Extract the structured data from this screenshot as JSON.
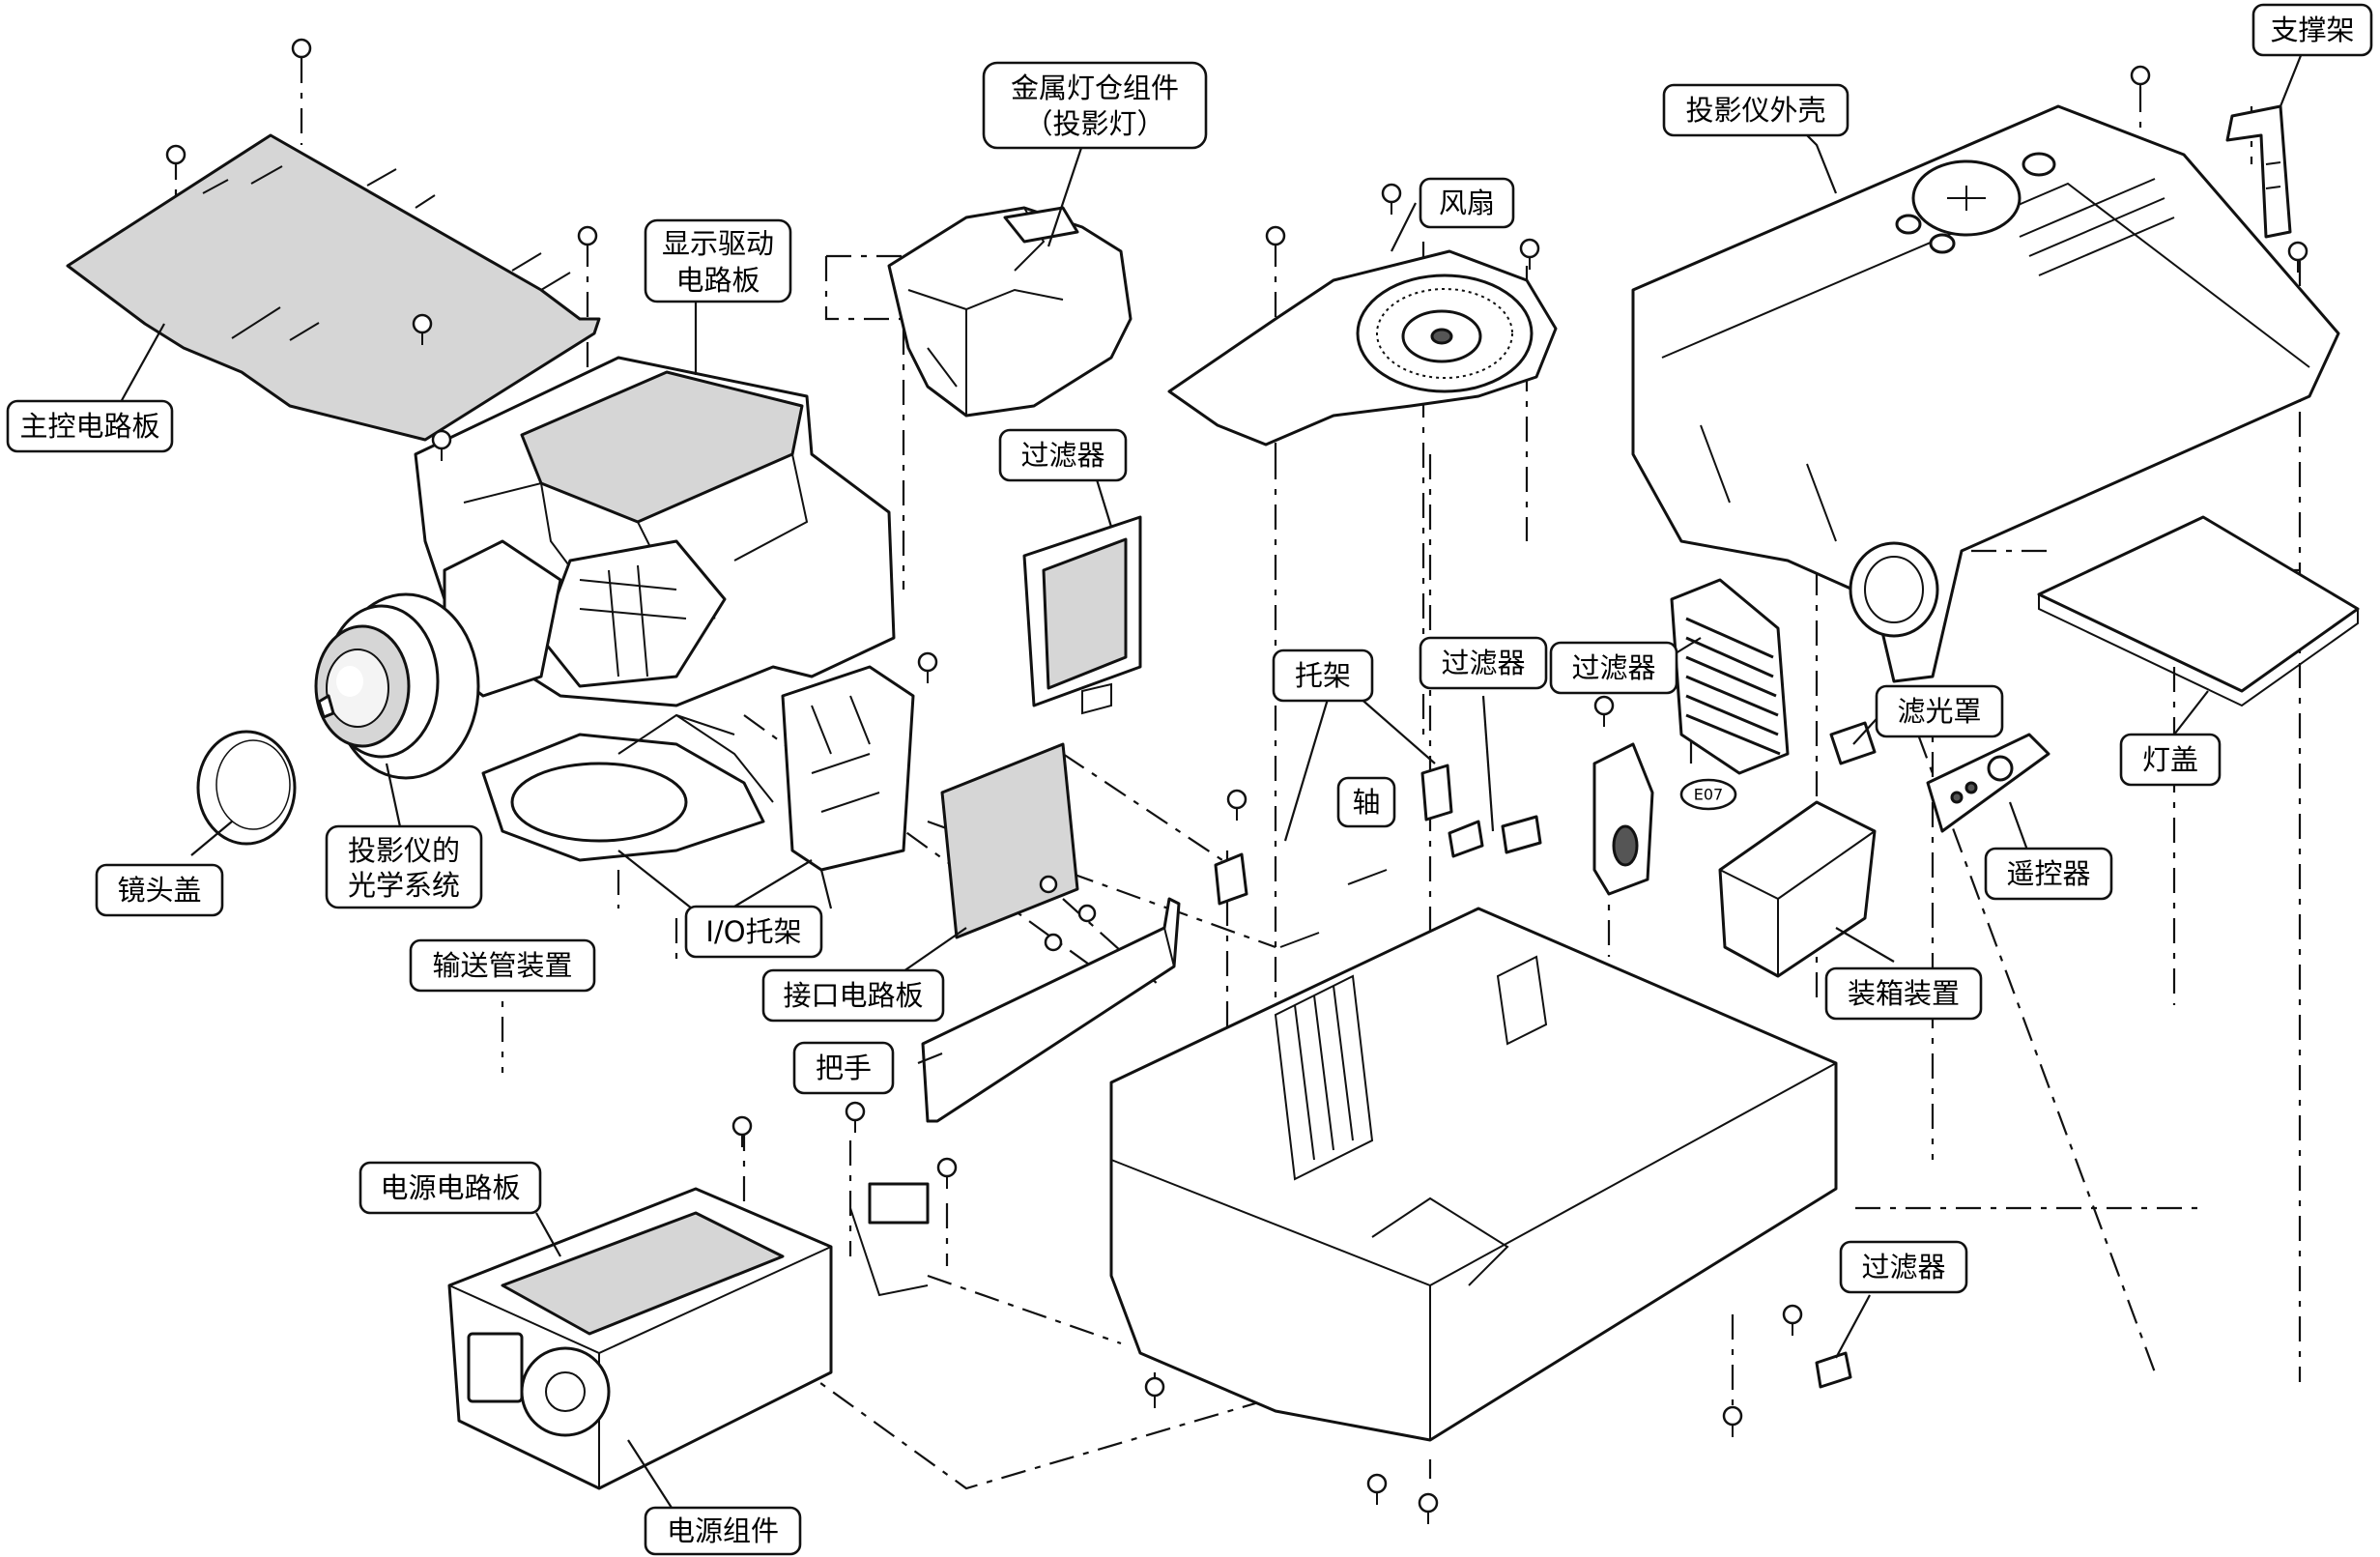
{
  "labels": {
    "main_board": "主控电路板",
    "display_driver_l1": "显示驱动",
    "display_driver_l2": "电路板",
    "lamp_housing_l1": "金属灯仓组件",
    "lamp_housing_l2": "（投影灯）",
    "fan": "风扇",
    "projector_shell": "投影仪外壳",
    "support_frame": "支撑架",
    "filter_1": "过滤器",
    "filter_2": "过滤器",
    "filter_3": "过滤器",
    "filter_4": "过滤器",
    "bracket": "托架",
    "shaft": "轴",
    "filter_cover": "滤光罩",
    "lamp_cover": "灯盖",
    "lens_cap": "镜头盖",
    "optics_l1": "投影仪的",
    "optics_l2": "光学系统",
    "io_bracket": "I/O托架",
    "duct_assembly": "输送管装置",
    "interface_board": "接口电路板",
    "handle": "把手",
    "remote": "遥控器",
    "packing_unit": "装箱装置",
    "power_board": "电源电路板",
    "power_unit": "电源组件",
    "part_code": "E07"
  },
  "icons": [
    "screw-icon"
  ]
}
